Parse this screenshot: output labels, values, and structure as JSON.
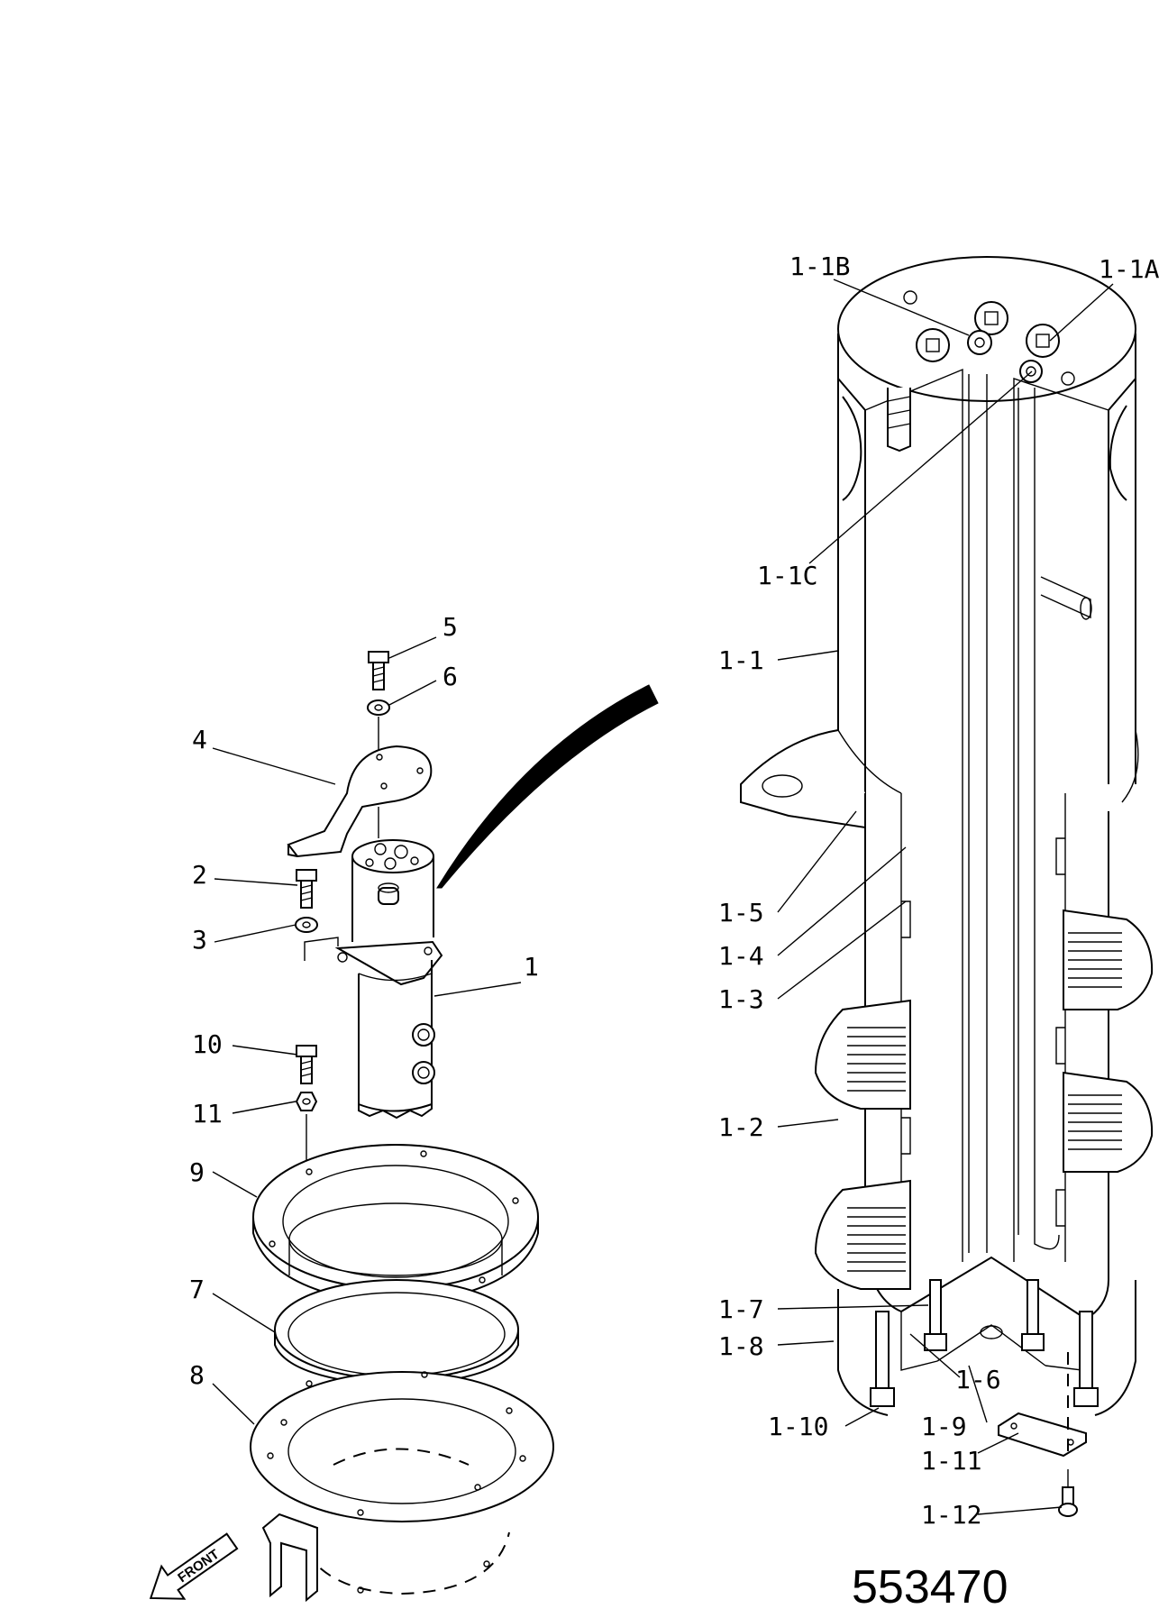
{
  "drawing_number": "553470",
  "front_marker": "FRONT",
  "assembly_labels": [
    "1",
    "2",
    "3",
    "4",
    "5",
    "6",
    "7",
    "8",
    "9",
    "10",
    "11"
  ],
  "detail_labels": [
    "1-1A",
    "1-1B",
    "1-1C",
    "1-1",
    "1-2",
    "1-3",
    "1-4",
    "1-5",
    "1-6",
    "1-7",
    "1-8",
    "1-9",
    "1-10",
    "1-11",
    "1-12"
  ]
}
